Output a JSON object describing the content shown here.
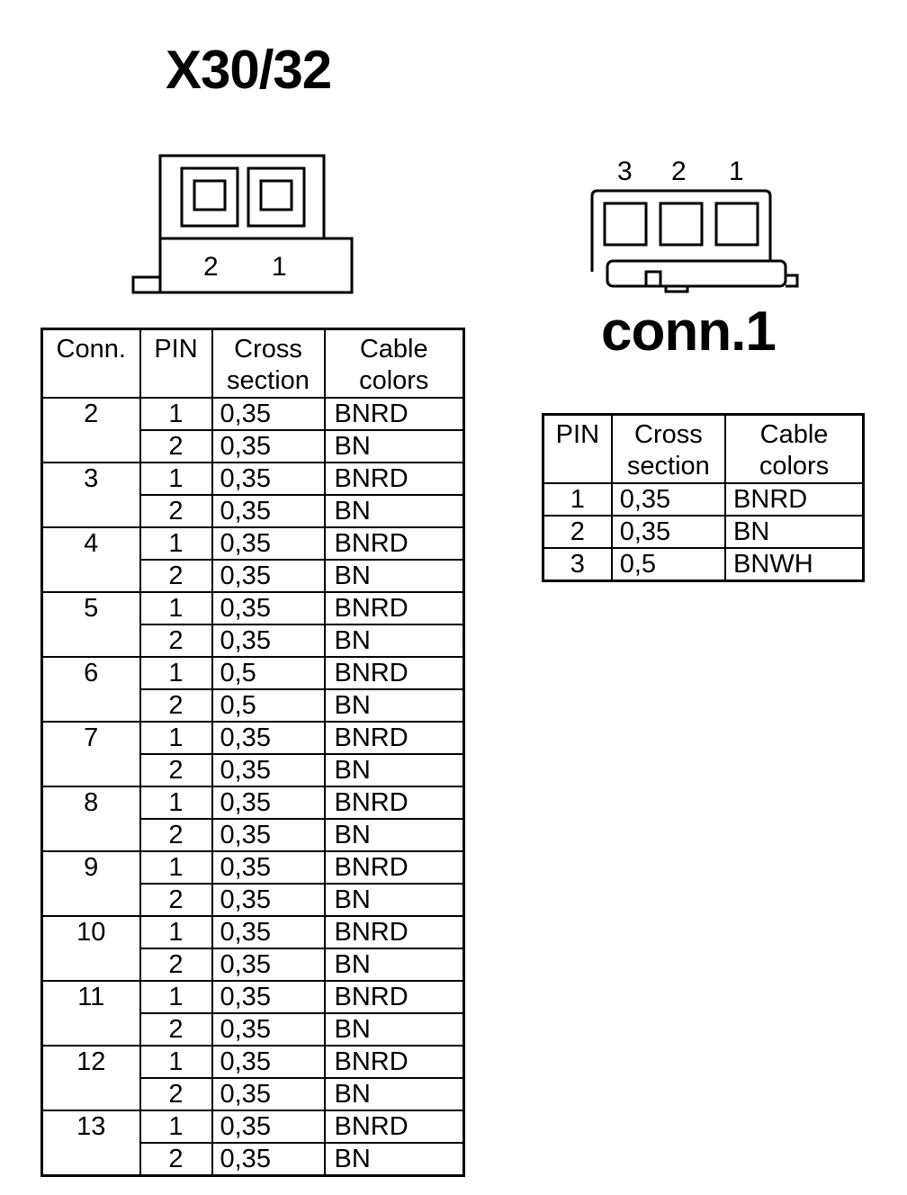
{
  "titles": {
    "x30": "X30/32",
    "conn1": "conn.1"
  },
  "x30_diagram": {
    "pins": [
      "2",
      "1"
    ]
  },
  "conn1_diagram": {
    "pins": [
      "3",
      "2",
      "1"
    ]
  },
  "main_table": {
    "headers": {
      "conn": "Conn.",
      "pin": "PIN",
      "cross_1": "Cross",
      "cross_2": "section",
      "cable_1": "Cable",
      "cable_2": "colors"
    },
    "groups": [
      {
        "conn": "2",
        "rows": [
          {
            "pin": "1",
            "cross": "0,35",
            "color": "BNRD"
          },
          {
            "pin": "2",
            "cross": "0,35",
            "color": "BN"
          }
        ]
      },
      {
        "conn": "3",
        "rows": [
          {
            "pin": "1",
            "cross": "0,35",
            "color": "BNRD"
          },
          {
            "pin": "2",
            "cross": "0,35",
            "color": "BN"
          }
        ]
      },
      {
        "conn": "4",
        "rows": [
          {
            "pin": "1",
            "cross": "0,35",
            "color": "BNRD"
          },
          {
            "pin": "2",
            "cross": "0,35",
            "color": "BN"
          }
        ]
      },
      {
        "conn": "5",
        "rows": [
          {
            "pin": "1",
            "cross": "0,35",
            "color": "BNRD"
          },
          {
            "pin": "2",
            "cross": "0,35",
            "color": "BN"
          }
        ]
      },
      {
        "conn": "6",
        "rows": [
          {
            "pin": "1",
            "cross": "0,5",
            "color": "BNRD"
          },
          {
            "pin": "2",
            "cross": "0,5",
            "color": "BN"
          }
        ]
      },
      {
        "conn": "7",
        "rows": [
          {
            "pin": "1",
            "cross": "0,35",
            "color": "BNRD"
          },
          {
            "pin": "2",
            "cross": "0,35",
            "color": "BN"
          }
        ]
      },
      {
        "conn": "8",
        "rows": [
          {
            "pin": "1",
            "cross": "0,35",
            "color": "BNRD"
          },
          {
            "pin": "2",
            "cross": "0,35",
            "color": "BN"
          }
        ]
      },
      {
        "conn": "9",
        "rows": [
          {
            "pin": "1",
            "cross": "0,35",
            "color": "BNRD"
          },
          {
            "pin": "2",
            "cross": "0,35",
            "color": "BN"
          }
        ]
      },
      {
        "conn": "10",
        "rows": [
          {
            "pin": "1",
            "cross": "0,35",
            "color": "BNRD"
          },
          {
            "pin": "2",
            "cross": "0,35",
            "color": "BN"
          }
        ]
      },
      {
        "conn": "11",
        "rows": [
          {
            "pin": "1",
            "cross": "0,35",
            "color": "BNRD"
          },
          {
            "pin": "2",
            "cross": "0,35",
            "color": "BN"
          }
        ]
      },
      {
        "conn": "12",
        "rows": [
          {
            "pin": "1",
            "cross": "0,35",
            "color": "BNRD"
          },
          {
            "pin": "2",
            "cross": "0,35",
            "color": "BN"
          }
        ]
      },
      {
        "conn": "13",
        "rows": [
          {
            "pin": "1",
            "cross": "0,35",
            "color": "BNRD"
          },
          {
            "pin": "2",
            "cross": "0,35",
            "color": "BN"
          }
        ]
      }
    ]
  },
  "side_table": {
    "headers": {
      "pin": "PIN",
      "cross_1": "Cross",
      "cross_2": "section",
      "cable_1": "Cable",
      "cable_2": "colors"
    },
    "rows": [
      {
        "pin": "1",
        "cross": "0,35",
        "color": "BNRD"
      },
      {
        "pin": "2",
        "cross": "0,35",
        "color": "BN"
      },
      {
        "pin": "3",
        "cross": "0,5",
        "color": "BNWH"
      }
    ]
  }
}
